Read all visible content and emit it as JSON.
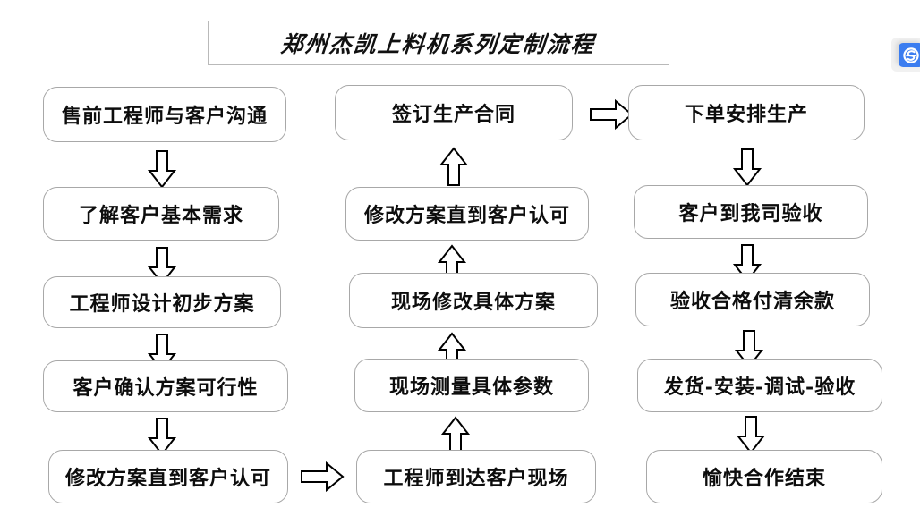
{
  "document": {
    "title_box": {
      "text": "郑州杰凯上料机系列定制流程"
    }
  },
  "flowchart": {
    "type": "process-flow",
    "orientation": "three-column snake: column 1 top-to-bottom, column 2 bottom-to-top, column 3 top-to-bottom",
    "columns": [
      {
        "id": "column-left",
        "direction": "down",
        "nodes": [
          {
            "id": "node-l1",
            "label": "售前工程师与客户沟通"
          },
          {
            "id": "node-l2",
            "label": "了解客户基本需求"
          },
          {
            "id": "node-l3",
            "label": "工程师设计初步方案"
          },
          {
            "id": "node-l4",
            "label": "客户确认方案可行性"
          },
          {
            "id": "node-l5",
            "label": "修改方案直到客户认可"
          }
        ]
      },
      {
        "id": "column-middle",
        "direction": "up",
        "nodes": [
          {
            "id": "node-m1",
            "label": "签订生产合同"
          },
          {
            "id": "node-m2",
            "label": "修改方案直到客户认可"
          },
          {
            "id": "node-m3",
            "label": "现场修改具体方案"
          },
          {
            "id": "node-m4",
            "label": "现场测量具体参数"
          },
          {
            "id": "node-m5",
            "label": "工程师到达客户现场"
          }
        ]
      },
      {
        "id": "column-right",
        "direction": "down",
        "nodes": [
          {
            "id": "node-r1",
            "label": "下单安排生产"
          },
          {
            "id": "node-r2",
            "label": "客户到我司验收"
          },
          {
            "id": "node-r3",
            "label": "验收合格付清余款"
          },
          {
            "id": "node-r4",
            "label": "发货-安装-调试-验收"
          },
          {
            "id": "node-r5",
            "label": "愉快合作结束"
          }
        ]
      }
    ],
    "connectors": [
      {
        "id": "arrow-l1-l2",
        "direction": "down"
      },
      {
        "id": "arrow-l2-l3",
        "direction": "down"
      },
      {
        "id": "arrow-l3-l4",
        "direction": "down"
      },
      {
        "id": "arrow-l4-l5",
        "direction": "down"
      },
      {
        "id": "arrow-l5-m5",
        "direction": "right"
      },
      {
        "id": "arrow-m5-m4",
        "direction": "up"
      },
      {
        "id": "arrow-m4-m3",
        "direction": "up"
      },
      {
        "id": "arrow-m3-m2",
        "direction": "up"
      },
      {
        "id": "arrow-m2-m1",
        "direction": "up"
      },
      {
        "id": "arrow-m1-r1",
        "direction": "right"
      },
      {
        "id": "arrow-r1-r2",
        "direction": "down"
      },
      {
        "id": "arrow-r2-r3",
        "direction": "down"
      },
      {
        "id": "arrow-r3-r4",
        "direction": "down"
      },
      {
        "id": "arrow-r4-r5",
        "direction": "down"
      }
    ]
  },
  "badge": {
    "icon": "s-logo-icon",
    "color": "#3b7df0"
  }
}
